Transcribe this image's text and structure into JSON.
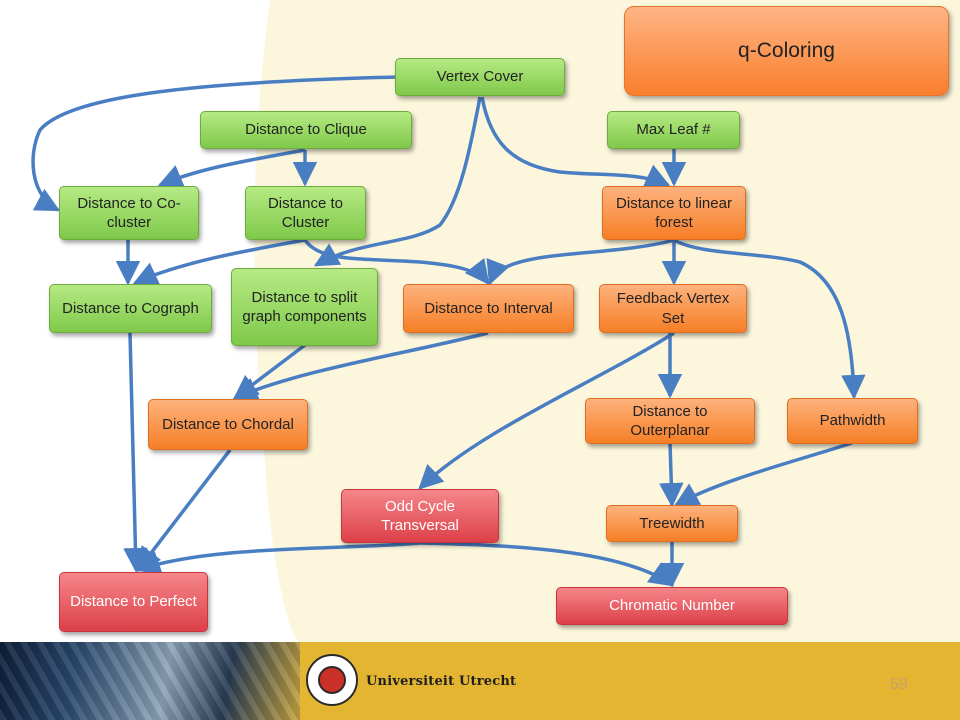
{
  "title": "q-Coloring",
  "footer": {
    "university": "Universiteit Utrecht",
    "page_number": "59"
  },
  "nodes": {
    "vertex_cover": "Vertex Cover",
    "distance_to_clique": "Distance to Clique",
    "max_leaf": "Max Leaf #",
    "distance_to_cocluster": "Distance to Co-cluster",
    "distance_to_cluster": "Distance to Cluster",
    "distance_to_linear_forest": "Distance to linear forest",
    "distance_to_cograph": "Distance to Cograph",
    "distance_to_split_graph_components": "Distance to split graph components",
    "distance_to_interval": "Distance to Interval",
    "feedback_vertex_set": "Feedback Vertex Set",
    "distance_to_chordal": "Distance to Chordal",
    "distance_to_outerplanar": "Distance to Outerplanar",
    "pathwidth": "Pathwidth",
    "odd_cycle_transversal": "Odd Cycle Transversal",
    "treewidth": "Treewidth",
    "distance_to_perfect": "Distance to Perfect",
    "chromatic_number": "Chromatic Number"
  },
  "colors": {
    "green": "#8fd35a",
    "orange": "#f89346",
    "red": "#e5555c",
    "edge": "#4a7ec3",
    "cream": "#fbf6dc",
    "footer": "#e3b530"
  },
  "edges": [
    [
      "vertex_cover",
      "distance_to_cocluster"
    ],
    [
      "vertex_cover",
      "distance_to_split_graph_components"
    ],
    [
      "vertex_cover",
      "distance_to_linear_forest"
    ],
    [
      "distance_to_clique",
      "distance_to_cocluster"
    ],
    [
      "distance_to_clique",
      "distance_to_cluster"
    ],
    [
      "max_leaf",
      "distance_to_linear_forest"
    ],
    [
      "distance_to_cocluster",
      "distance_to_cograph"
    ],
    [
      "distance_to_cluster",
      "distance_to_cograph"
    ],
    [
      "distance_to_cluster",
      "distance_to_interval"
    ],
    [
      "distance_to_linear_forest",
      "distance_to_interval"
    ],
    [
      "distance_to_linear_forest",
      "feedback_vertex_set"
    ],
    [
      "distance_to_linear_forest",
      "pathwidth"
    ],
    [
      "distance_to_split_graph_components",
      "distance_to_chordal"
    ],
    [
      "distance_to_interval",
      "distance_to_chordal"
    ],
    [
      "feedback_vertex_set",
      "odd_cycle_transversal"
    ],
    [
      "feedback_vertex_set",
      "distance_to_outerplanar"
    ],
    [
      "distance_to_outerplanar",
      "treewidth"
    ],
    [
      "pathwidth",
      "treewidth"
    ],
    [
      "distance_to_cograph",
      "distance_to_perfect"
    ],
    [
      "distance_to_chordal",
      "distance_to_perfect"
    ],
    [
      "odd_cycle_transversal",
      "distance_to_perfect"
    ],
    [
      "odd_cycle_transversal",
      "chromatic_number"
    ],
    [
      "treewidth",
      "chromatic_number"
    ]
  ]
}
